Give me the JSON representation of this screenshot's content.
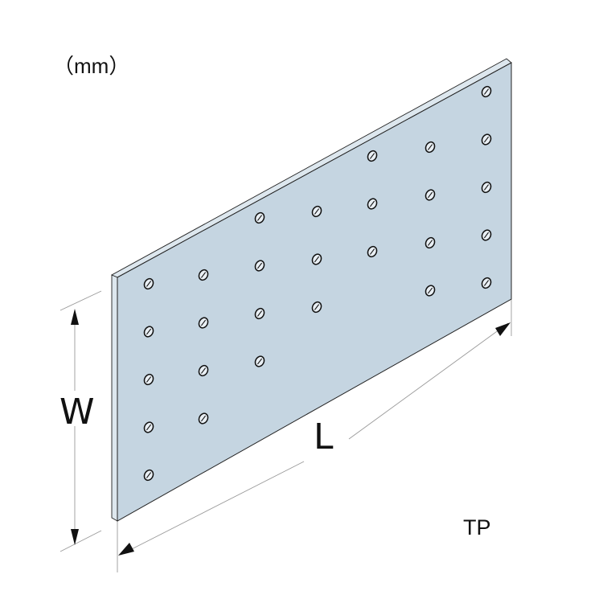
{
  "unit_label": "（mm）",
  "dimensions": {
    "width_label": "W",
    "length_label": "L"
  },
  "product_code": "TP",
  "plate": {
    "face_color": "#c5d5e1",
    "edge_color": "#dde7ee",
    "outline_color": "#222222",
    "hole_columns": [
      5,
      4,
      4,
      3,
      3,
      4,
      5
    ]
  }
}
